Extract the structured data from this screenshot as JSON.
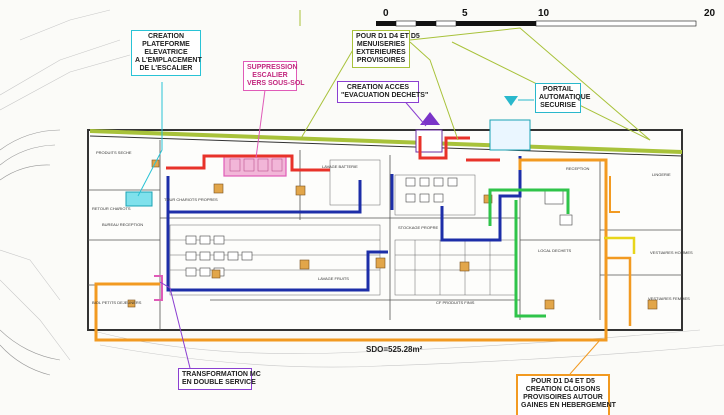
{
  "scale_bar": {
    "ticks": [
      "0",
      "5",
      "10",
      "20"
    ]
  },
  "callouts": {
    "plateforme": [
      "CREATION",
      "PLATEFORME",
      "ELEVATRICE",
      "A L'EMPLACEMENT",
      "DE L'ESCALIER"
    ],
    "suppression": [
      "SUPPRESSION",
      "ESCALIER",
      "VERS SOUS-SOL"
    ],
    "menuiseries": [
      "POUR D1 D4 ET D5",
      "MENUISERIES",
      "EXTERIEURES",
      "PROVISOIRES"
    ],
    "acces": [
      "CREATION ACCES",
      "\"EVACUATION DECHETS\""
    ],
    "portail": [
      "PORTAIL",
      "AUTOMATIQUE",
      "SECURISE"
    ],
    "transformation": [
      "TRANSFORMATION MC",
      "EN DOUBLE SERVICE"
    ],
    "cloisons": [
      "POUR D1 D4 ET D5",
      "CREATION CLOISONS",
      "PROVISOIRES AUTOUR",
      "GAINES EN HEBERGEMENT"
    ]
  },
  "area_label": "SDO=525.28m²",
  "rooms": [
    "PRODUITS SECHE",
    "BUREAU RECEPTION",
    "RETOUR CHARIOTS",
    "TOUR CHARIOTS PROPRES",
    "LAVAGE BATTERIE",
    "STOCKAGE PROPRE",
    "LAVAGE FRUITS",
    "CF PRODUITS FINIS",
    "RECEPTION",
    "LINGERIE",
    "VESTIAIRES HOMMES",
    "VESTIAIRES FEMMES",
    "LOCAL DECHETS",
    "BIOL PETITS DEJEUNERS"
  ],
  "colors": {
    "red": "#e8322a",
    "blue": "#1d2ea8",
    "green": "#2fc44a",
    "orange": "#f29a21",
    "cyan": "#29c3d6",
    "magenta": "#e05bb8",
    "purple": "#8b3fd1",
    "olive": "#a8c23a",
    "yellow": "#e8d51a"
  }
}
